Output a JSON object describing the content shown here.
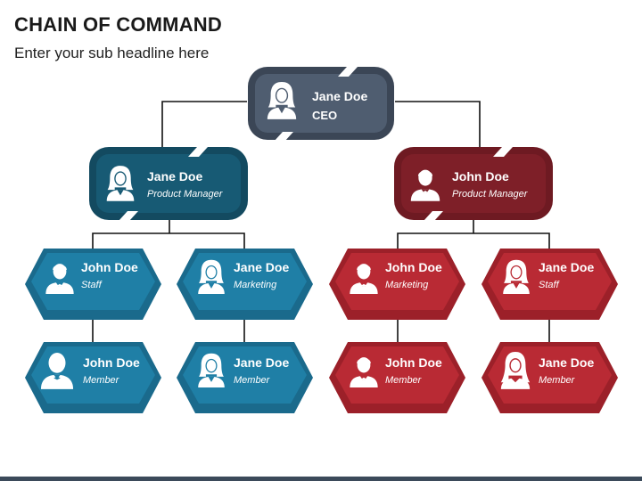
{
  "header": {
    "title": "CHAIN OF COMMAND",
    "subtitle": "Enter your sub headline here"
  },
  "colors": {
    "ceo": "#3b4656",
    "left_manager": "#134a60",
    "right_manager": "#6e1a22",
    "left_level": "#1f7fa6",
    "right_level": "#b92a34"
  },
  "nodes": {
    "ceo": {
      "name": "Jane Doe",
      "role": "CEO",
      "icon": "female-person-icon"
    },
    "pm_left": {
      "name": "Jane Doe",
      "role": "Product Manager",
      "icon": "female-person-icon"
    },
    "pm_right": {
      "name": "John Doe",
      "role": "Product Manager",
      "icon": "male-person-icon"
    },
    "l3_1": {
      "name": "John Doe",
      "role": "Staff",
      "icon": "male-person-icon"
    },
    "l3_2": {
      "name": "Jane Doe",
      "role": "Marketing",
      "icon": "female-person-icon"
    },
    "l3_3": {
      "name": "John Doe",
      "role": "Marketing",
      "icon": "male-person-icon"
    },
    "l3_4": {
      "name": "Jane Doe",
      "role": "Staff",
      "icon": "female-person-icon"
    },
    "l4_1": {
      "name": "John Doe",
      "role": "Member",
      "icon": "male-person-icon"
    },
    "l4_2": {
      "name": "Jane Doe",
      "role": "Member",
      "icon": "female-person-icon"
    },
    "l4_3": {
      "name": "John Doe",
      "role": "Member",
      "icon": "male-person-icon"
    },
    "l4_4": {
      "name": "Jane Doe",
      "role": "Member",
      "icon": "female-person-icon"
    }
  }
}
